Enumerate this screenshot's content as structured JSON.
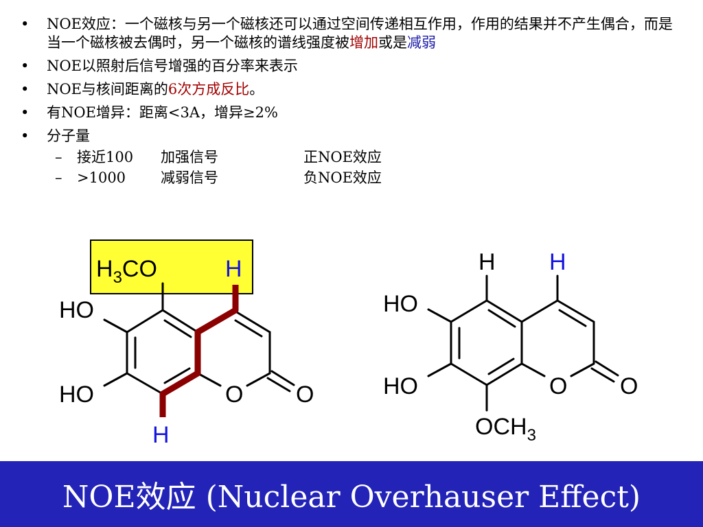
{
  "bullets": {
    "b1_part1": "NOE效应：一个磁核与另一个磁核还可以通过空间传递相互作用，作用的结果并不产生偶合，而是当一个磁核被去偶时，另一个磁核的谱线强度被",
    "b1_increase": "增加",
    "b1_or": "或是",
    "b1_decrease": "减弱",
    "b2": "NOE以照射后信号增强的百分率来表示",
    "b3_part1": "NOE与核间距离的",
    "b3_highlight": "6次方成反比",
    "b3_part2": "。",
    "b4": "有NOE增异：距离<3A，增异≥2%",
    "b5": "分子量",
    "sub": [
      {
        "mw": "接近100",
        "signal": "加强信号",
        "effect": "正NOE效应"
      },
      {
        "mw": ">1000",
        "signal": "减弱信号",
        "effect": "负NOE效应"
      }
    ]
  },
  "molecule1": {
    "h3co": "H",
    "h3co_sub": "3",
    "h3co_tail": "CO",
    "h_top": "H",
    "ho_upper": "HO",
    "ho_lower": "HO",
    "o_ring": "O",
    "o_carbonyl": "O",
    "h_bottom": "H"
  },
  "molecule2": {
    "h_left": "H",
    "h_right": "H",
    "ho_upper": "HO",
    "ho_lower": "HO",
    "o_ring": "O",
    "o_carbonyl": "O",
    "och3": "OCH",
    "och3_sub": "3"
  },
  "footer": {
    "title": "NOE效应  (Nuclear  Overhauser  Effect)"
  },
  "colors": {
    "footer_bg": "#2323b8",
    "highlight_box": "#ffff33",
    "noe_path": "#8b0000",
    "red_text": "#a10000",
    "blue_text": "#1a1aa8",
    "label_blue": "#1414e0"
  }
}
